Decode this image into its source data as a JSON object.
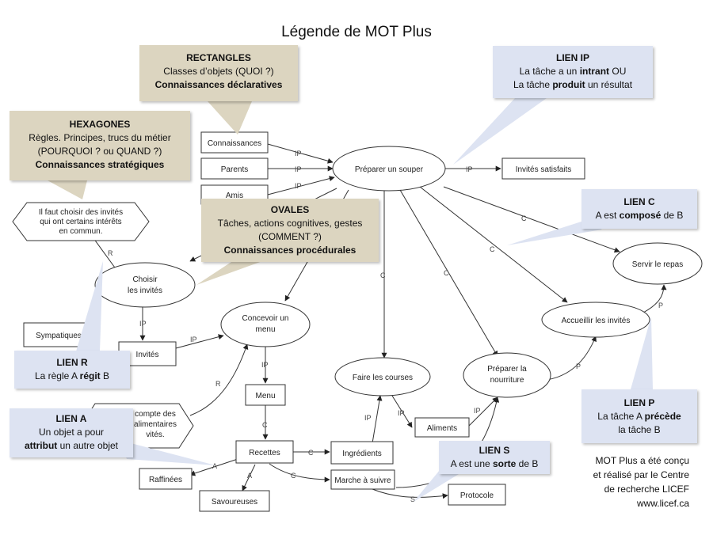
{
  "title": "Légende de MOT Plus",
  "credit": [
    "MOT Plus a été conçu",
    "et réalisé par le Centre",
    "de recherche LICEF",
    "www.licef.ca"
  ],
  "nodes": {
    "connaissances": "Connaissances",
    "parents": "Parents",
    "amis": "Amis",
    "preparer_souper": "Préparer un souper",
    "invites_satisfaits": "Invités satisfaits",
    "regle": [
      "Il faut choisir des invités",
      "qui ont certains intérêts",
      "en commun."
    ],
    "choisir_invites": [
      "Choisir",
      "les invités"
    ],
    "sympatiques": "Sympatiques",
    "invites": "Invités",
    "concevoir_menu": [
      "Concevoir un",
      "menu"
    ],
    "menu": "Menu",
    "regle2": [
      "compte des",
      "alimentaires",
      "vités."
    ],
    "recettes": "Recettes",
    "ingredients": "Ingrédients",
    "marche": "Marche à suivre",
    "protocole": "Protocole",
    "raffinees": "Raffinées",
    "savoureuses": "Savoureuses",
    "faire_courses": "Faire les courses",
    "aliments": "Aliments",
    "preparer_nourriture": [
      "Préparer la",
      "nourriture"
    ],
    "accueillir": "Accueillir les invités",
    "servir_repas": "Servir le repas"
  },
  "link_labels": {
    "ip": "IP",
    "c": "C",
    "r": "R",
    "a": "A",
    "p": "P",
    "s": "S"
  },
  "callouts": {
    "rectangles": {
      "head": "RECTANGLES",
      "line1": "Classes d’objets (QUOI ?)",
      "line2": "Connaissances déclaratives"
    },
    "hexagones": {
      "head": "HEXAGONES",
      "line1": "Règles. Principes, trucs du métier",
      "line2": "(POURQUOI ? ou QUAND ?)",
      "line3": "Connaissances stratégiques"
    },
    "ovales": {
      "head": "OVALES",
      "line1": "Tâches, actions cognitives, gestes",
      "line2": "(COMMENT ?)",
      "line3": "Connaissances procédurales"
    },
    "lien_ip": {
      "head": "LIEN IP",
      "a1": "La tâche a un ",
      "b1": "intrant",
      "c1": " OU",
      "a2": "La tâche ",
      "b2": "produit",
      "c2": " un résultat"
    },
    "lien_c": {
      "head": "LIEN C",
      "a1": "A est ",
      "b1": "composé",
      "c1": " de B"
    },
    "lien_r": {
      "head": "LIEN R",
      "a1": "La règle A ",
      "b1": "régit",
      "c1": " B"
    },
    "lien_a": {
      "head": "LIEN A",
      "line1": "Un objet a pour",
      "b1": "attribut",
      "c1": " un autre objet"
    },
    "lien_s": {
      "head": "LIEN S",
      "a1": "A est une ",
      "b1": "sorte",
      "c1": " de B"
    },
    "lien_p": {
      "head": "LIEN P",
      "a1": "La tâche A ",
      "b1": "précède",
      "line2": "la tâche B"
    }
  }
}
